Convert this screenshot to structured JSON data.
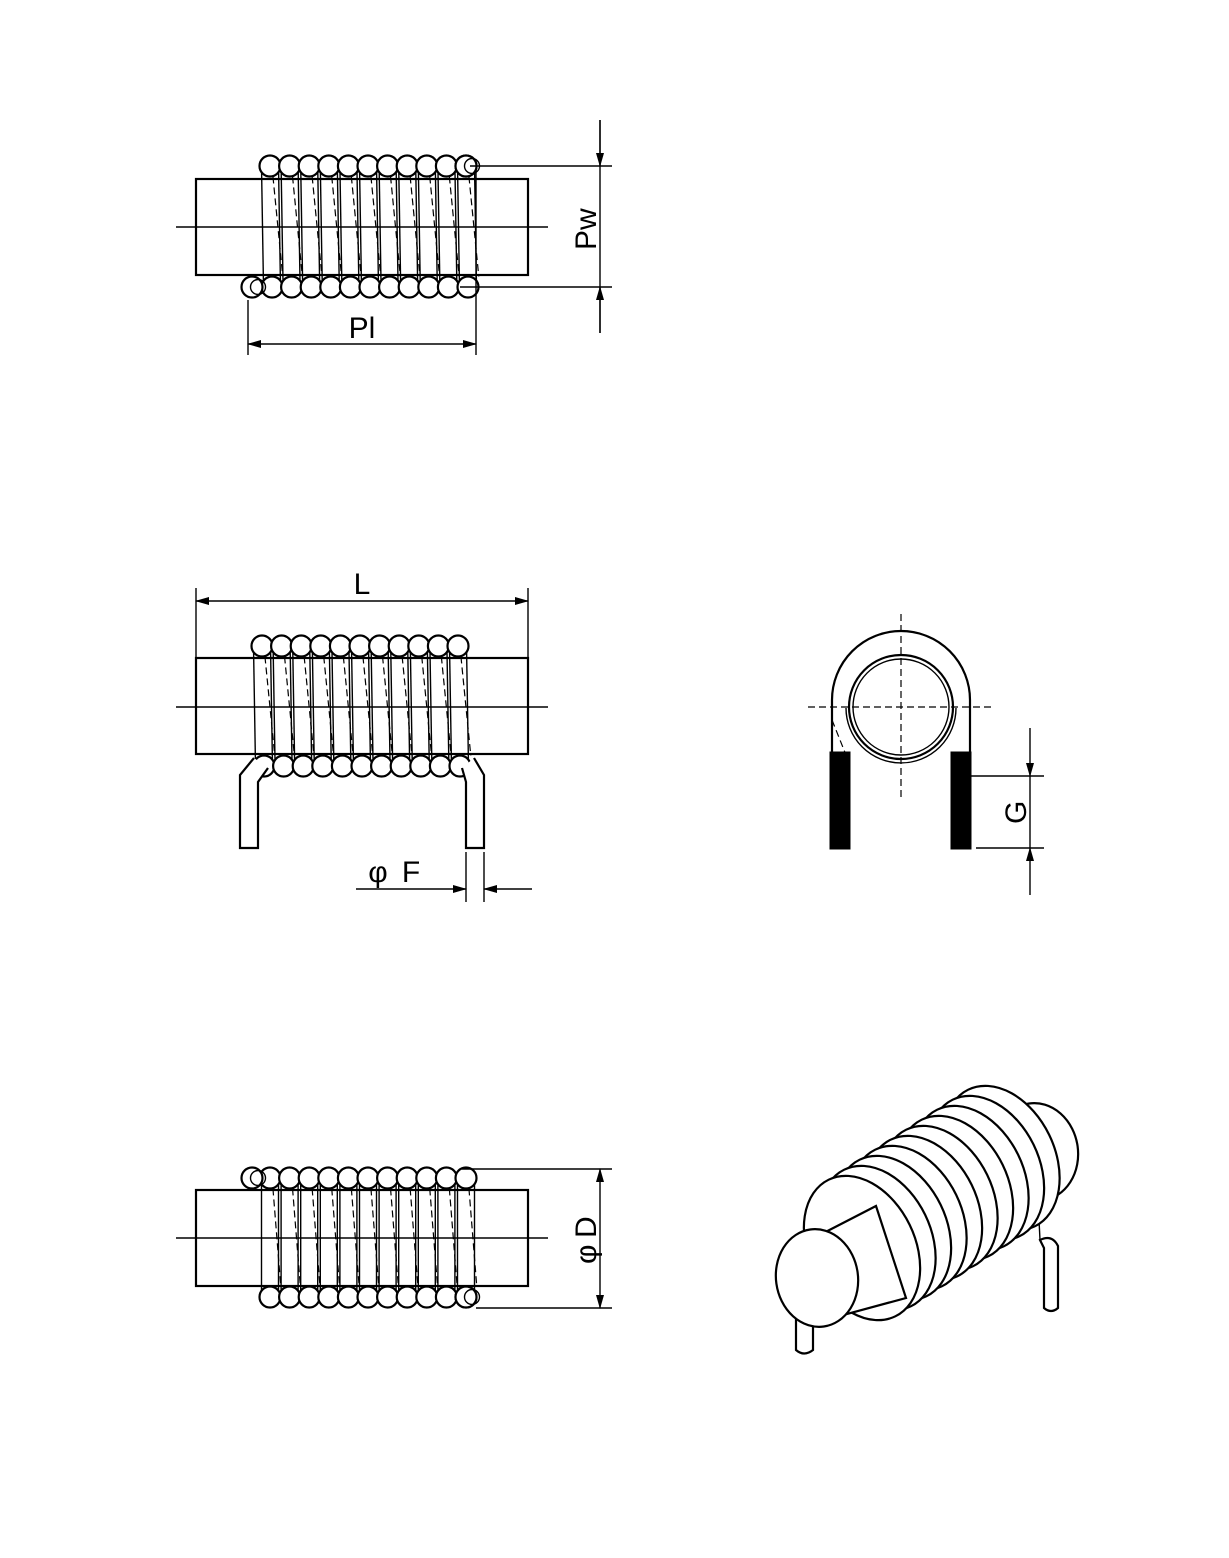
{
  "labels": {
    "pw": "Pw",
    "pl": "Pl",
    "l": "L",
    "f": "F",
    "g": "G",
    "d": "D",
    "phi": "φ"
  },
  "colors": {
    "line": "#000000",
    "background": "#ffffff"
  },
  "views": [
    "top-view",
    "front-view",
    "side-view",
    "bottom-view",
    "isometric-view"
  ]
}
